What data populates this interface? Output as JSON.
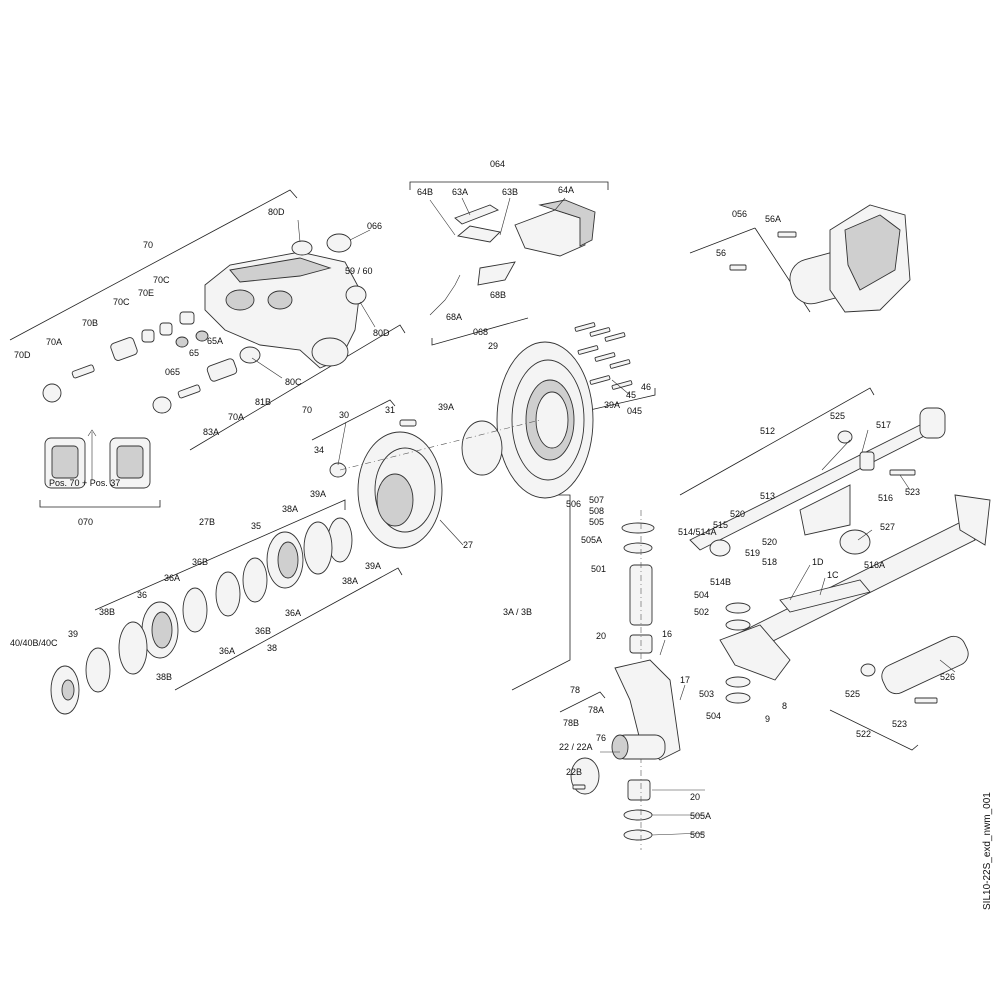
{
  "drawing_id": "SIL10-22S_exd_nwm_001",
  "inset_caption": "Pos. 70 + Pos. 37",
  "labels": {
    "l064": "064",
    "l64B": "64B",
    "l63A": "63A",
    "l63B": "63B",
    "l64A": "64A",
    "l68A": "68A",
    "l68B": "68B",
    "l068": "068",
    "l70": "70",
    "l80D_top": "80D",
    "l066": "066",
    "l59_60": "59 / 60",
    "l80D_right": "80D",
    "l70C_a": "70C",
    "l70E": "70E",
    "l70C_b": "70C",
    "l70B": "70B",
    "l70A_top": "70A",
    "l70D": "70D",
    "l65A": "65A",
    "l65": "65",
    "l065": "065",
    "l80C": "80C",
    "l81B": "81B",
    "l70A_bot": "70A",
    "l83A": "83A",
    "l70_bottom": "70",
    "l056": "056",
    "l56A": "56A",
    "l56": "56",
    "l29": "29",
    "l39A_disc": "39A",
    "l45": "45",
    "l46": "46",
    "l045": "045",
    "l30": "30",
    "l31": "31",
    "l39A_top": "39A",
    "l34": "34",
    "l27": "27",
    "l070": "070",
    "l27B": "27B",
    "l39A_mid": "39A",
    "l38A_top": "38A",
    "l35": "35",
    "l39A_low": "39A",
    "l38A_low": "38A",
    "l36B_a": "36B",
    "l36A_a": "36A",
    "l36": "36",
    "l36A_b": "36A",
    "l36A_c": "36A",
    "l36B_b": "36B",
    "l38B_a": "38B",
    "l38": "38",
    "l39": "39",
    "l40": "40/40B/40C",
    "l38B_b": "38B",
    "l512": "512",
    "l525_top": "525",
    "l517": "517",
    "l523_top": "523",
    "l516": "516",
    "l513": "513",
    "l520_a": "520",
    "l515": "515",
    "l514": "514/514A",
    "l519": "519",
    "l520_b": "520",
    "l518": "518",
    "l514B": "514B",
    "l527": "527",
    "l516A": "516A",
    "l1D": "1D",
    "l1C": "1C",
    "l526": "526",
    "l525_low": "525",
    "l523_low": "523",
    "l522": "522",
    "l506": "506",
    "l507": "507",
    "l508": "508",
    "l505_top": "505",
    "l505A_top": "505A",
    "l501": "501",
    "l504_top": "504",
    "l502": "502",
    "l3A3B": "3A / 3B",
    "l20_top": "20",
    "l16": "16",
    "l17": "17",
    "l503": "503",
    "l504_low": "504",
    "l9": "9",
    "l8": "8",
    "l78": "78",
    "l78A": "78A",
    "l78B": "78B",
    "l76": "76",
    "l22": "22 / 22A",
    "l22B": "22B",
    "l20_low": "20",
    "l505A_low": "505A",
    "l505_low": "505"
  }
}
